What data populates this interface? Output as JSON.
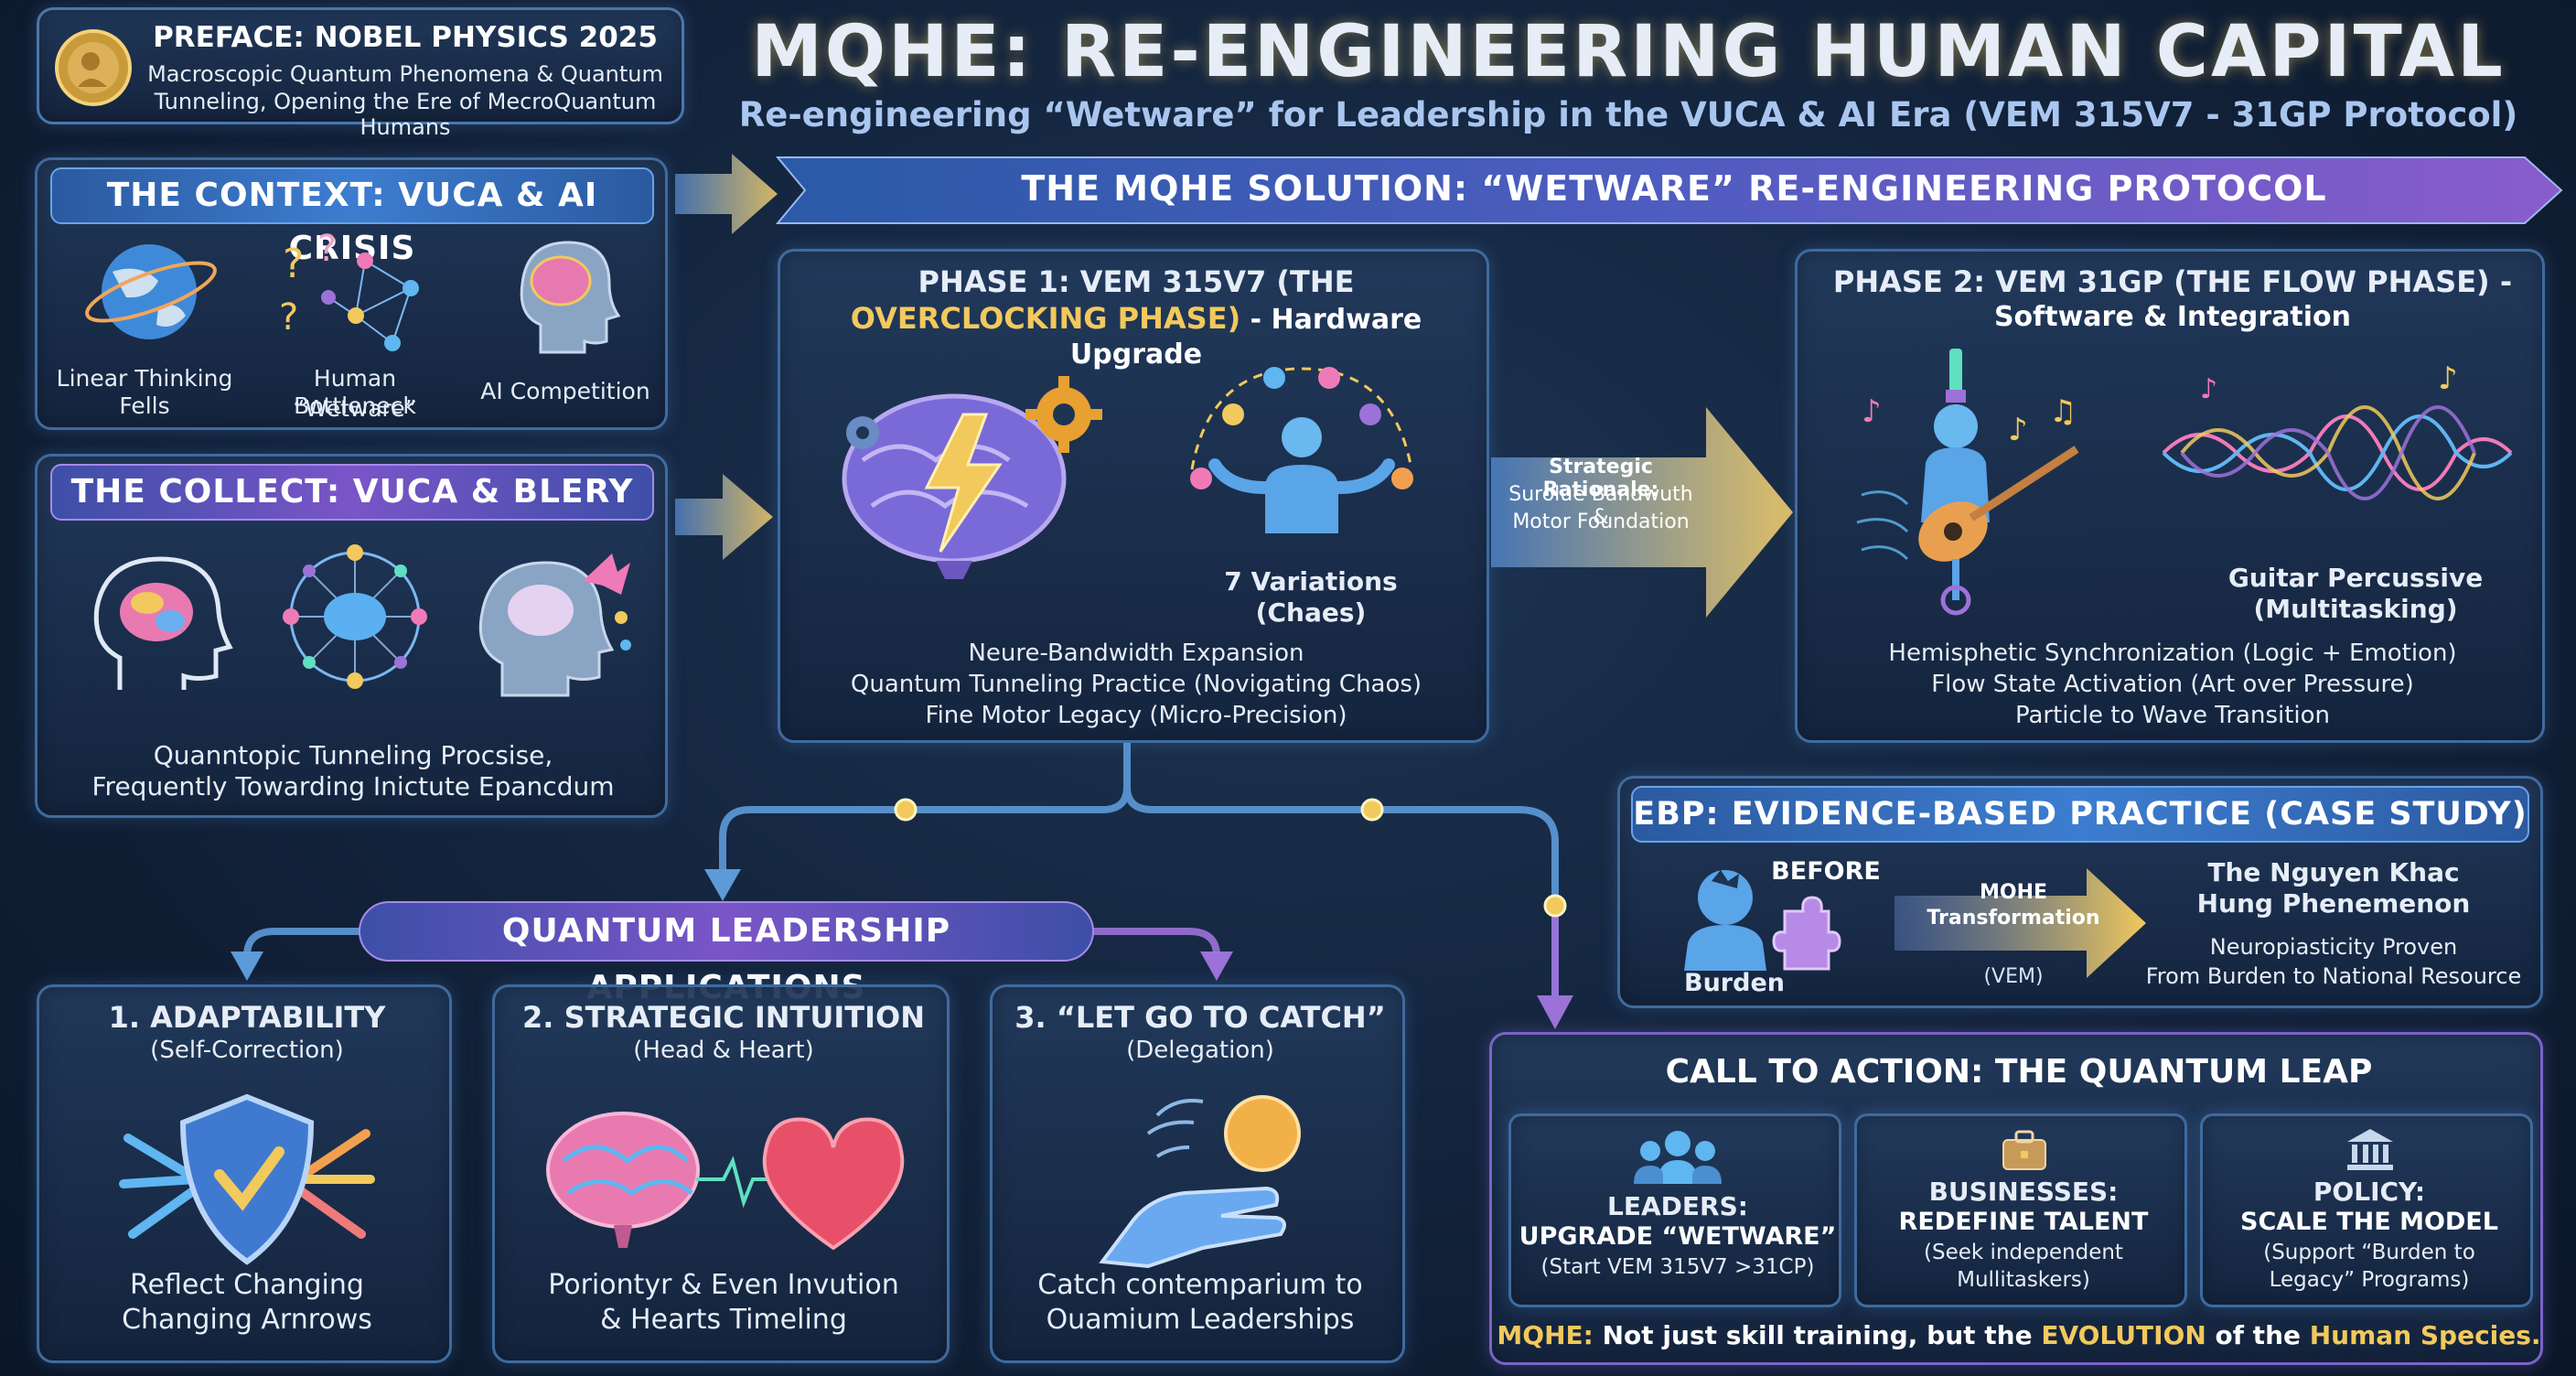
{
  "preface": {
    "title": "PREFACE: NOBEL PHYSICS 2025",
    "line1": "Macroscopic Quantum Phenomena & Quantum",
    "line2": "Tunneling, Opening the Ere of MecroQuantum Humans"
  },
  "header": {
    "title": "MQHE: RE-ENGINEERING HUMAN CAPITAL",
    "subtitle": "Re-engineering “Wetware” for Leadership in the VUCA & AI Era (VEM 315V7 - 31GP Protocol)"
  },
  "context": {
    "title": "THE CONTEXT: VUCA & AI CRISIS",
    "items": [
      {
        "line1": "Linear Thinking",
        "line2": "Fells",
        "icon": "globe-icon"
      },
      {
        "line1": "Human “Wetware”",
        "line2": "Bottleneck",
        "icon": "network-icon"
      },
      {
        "line1": "AI Competition",
        "line2": "",
        "icon": "ai-head-icon"
      }
    ]
  },
  "collect": {
    "title": "THE COLLECT: VUCA & BLERY",
    "line1": "Quanntopic Tunneling Procsise,",
    "line2": "Frequently Towarding Inictute Epancdum"
  },
  "solution_banner": "THE MQHE SOLUTION: “WETWARE” RE-ENGINEERING PROTOCOL",
  "phase1": {
    "title_line1": "PHASE 1: VEM 315V7 (THE",
    "title_line2": "OVERCLOCKING PHASE)",
    "title_suffix": " - Hardware Upgrade",
    "juggle_line1": "7 Variations",
    "juggle_line2": "(Chaes)",
    "points": [
      "Neure-Bandwidth Expansion",
      "Quantum Tunneling Practice (Novigating Chaos)",
      "Fine Motor Legacy (Micro-Precision)"
    ]
  },
  "rationale": {
    "line1": "Strategic Rationale:",
    "line2": "Surolue Bandwuth &",
    "line3": "Motor Foundation"
  },
  "phase2": {
    "title_line1": "PHASE 2: VEM 31GP (THE FLOW PHASE) -",
    "title_line2": "Software & Integration",
    "guitar_line1": "Guitar Percussive",
    "guitar_line2": "(Multitasking)",
    "points": [
      "Hemisphetic Synchronization (Logic + Emotion)",
      "Flow State Activation (Art over Pressure)",
      "Particle to Wave Transition"
    ]
  },
  "applications": {
    "title": "QUANTUM LEADERSHIP APPLICATIONS",
    "cards": [
      {
        "title": "1. ADAPTABILITY",
        "sub": "(Self-Correction)",
        "line1": "Reflect Changing",
        "line2": "Changing Arnrows"
      },
      {
        "title": "2. STRATEGIC INTUITION",
        "sub": "(Head & Heart)",
        "line1": "Poriontyr & Even Invution",
        "line2": "& Hearts Timeling"
      },
      {
        "title": "3. “LET GO TO CATCH”",
        "sub": "(Delegation)",
        "line1": "Catch contemparium to",
        "line2": "Ouamium Leaderships"
      }
    ]
  },
  "ebp": {
    "title": "EBP: EVIDENCE-BASED PRACTICE (CASE STUDY)",
    "before": "BEFORE",
    "burden": "Burden",
    "transform_line1": "MOHE",
    "transform_line2": "Transformation",
    "transform_line3": "(VEM)",
    "name_line1": "The Nguyen Khac",
    "name_line2": "Hung Phenemenon",
    "result_line1": "Neuropiasticity Proven",
    "result_line2": "From Burden to National Resource"
  },
  "cta": {
    "title": "CALL TO ACTION: THE QUANTUM LEAP",
    "cards": [
      {
        "head1": "LEADERS:",
        "head2": "UPGRADE “WETWARE”",
        "line1": "(Start VEM 315V7 >31CP)",
        "line2": ""
      },
      {
        "head1": "BUSINESSES:",
        "head2": "REDEFINE TALENT",
        "line1": "(Seek independent",
        "line2": "Mullitaskers)"
      },
      {
        "head1": "POLICY:",
        "head2": "SCALE THE MODEL",
        "line1": "(Support “Burden to",
        "line2": "Legacy” Programs)"
      }
    ],
    "footer_a": "MQHE:",
    "footer_b": " Not just skill training, but the ",
    "footer_c": "EVOLUTION",
    "footer_d": " of the ",
    "footer_e": "Human Species."
  },
  "colors": {
    "gold": "#f2c95c",
    "blue_border": "#3f6b9e",
    "purple_border": "#7a63c9",
    "background": "#12223a"
  }
}
